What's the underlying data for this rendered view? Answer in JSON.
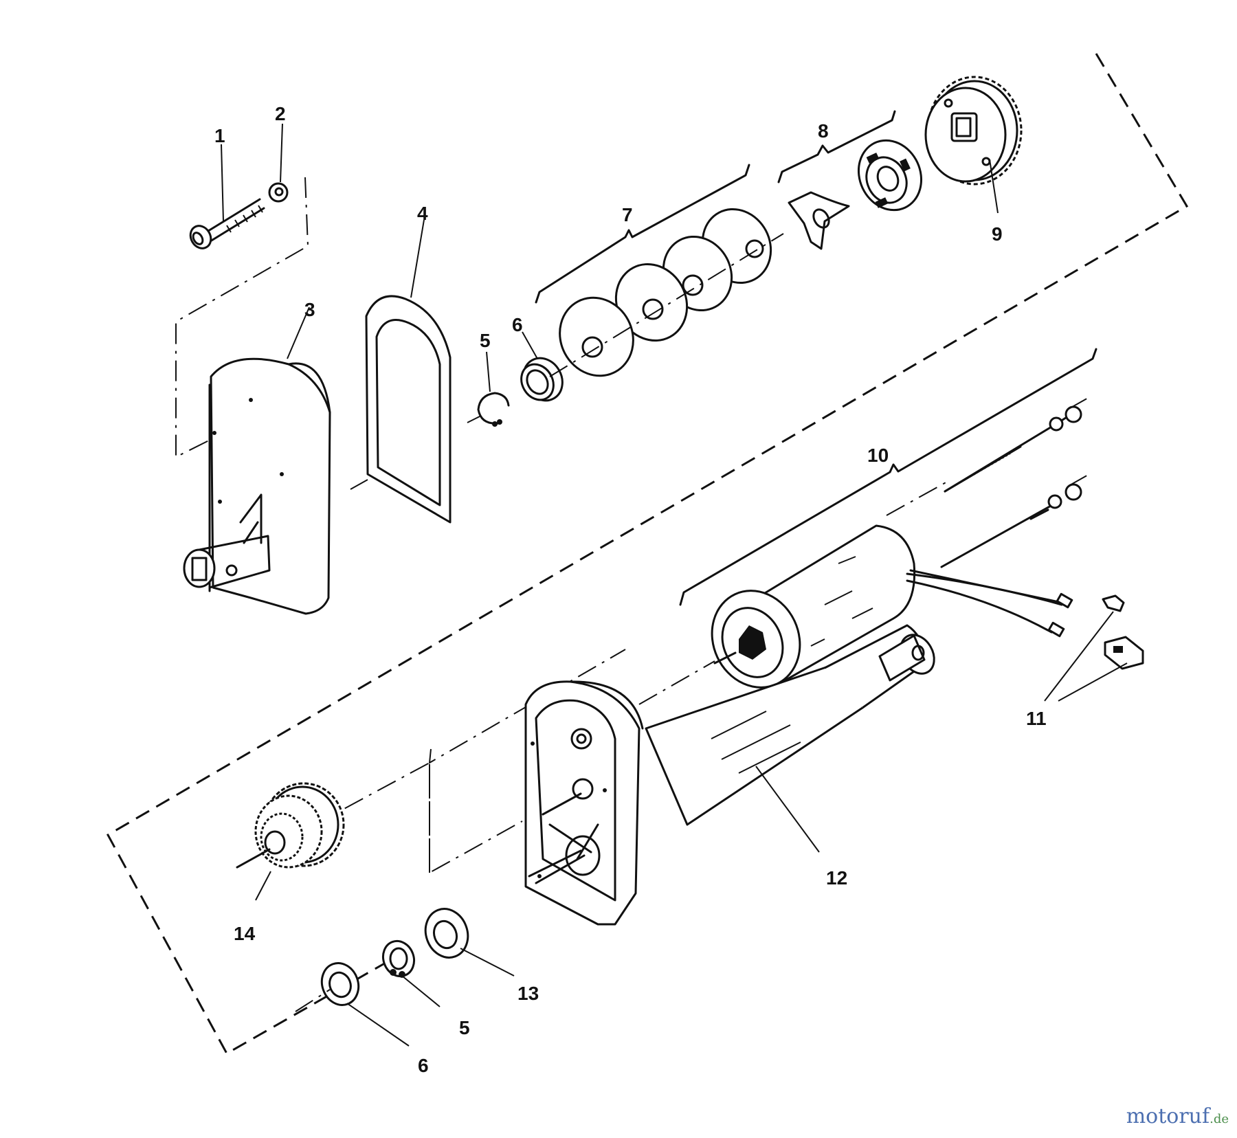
{
  "diagram": {
    "callouts": {
      "c1": "1",
      "c2": "2",
      "c3": "3",
      "c4": "4",
      "c5a": "5",
      "c6a": "6",
      "c7": "7",
      "c8": "8",
      "c9": "9",
      "c10": "10",
      "c11": "11",
      "c12": "12",
      "c13": "13",
      "c14": "14",
      "c5b": "5",
      "c6b": "6"
    }
  },
  "watermark": {
    "text_main": "motoruf",
    "text_suffix": ".de"
  }
}
